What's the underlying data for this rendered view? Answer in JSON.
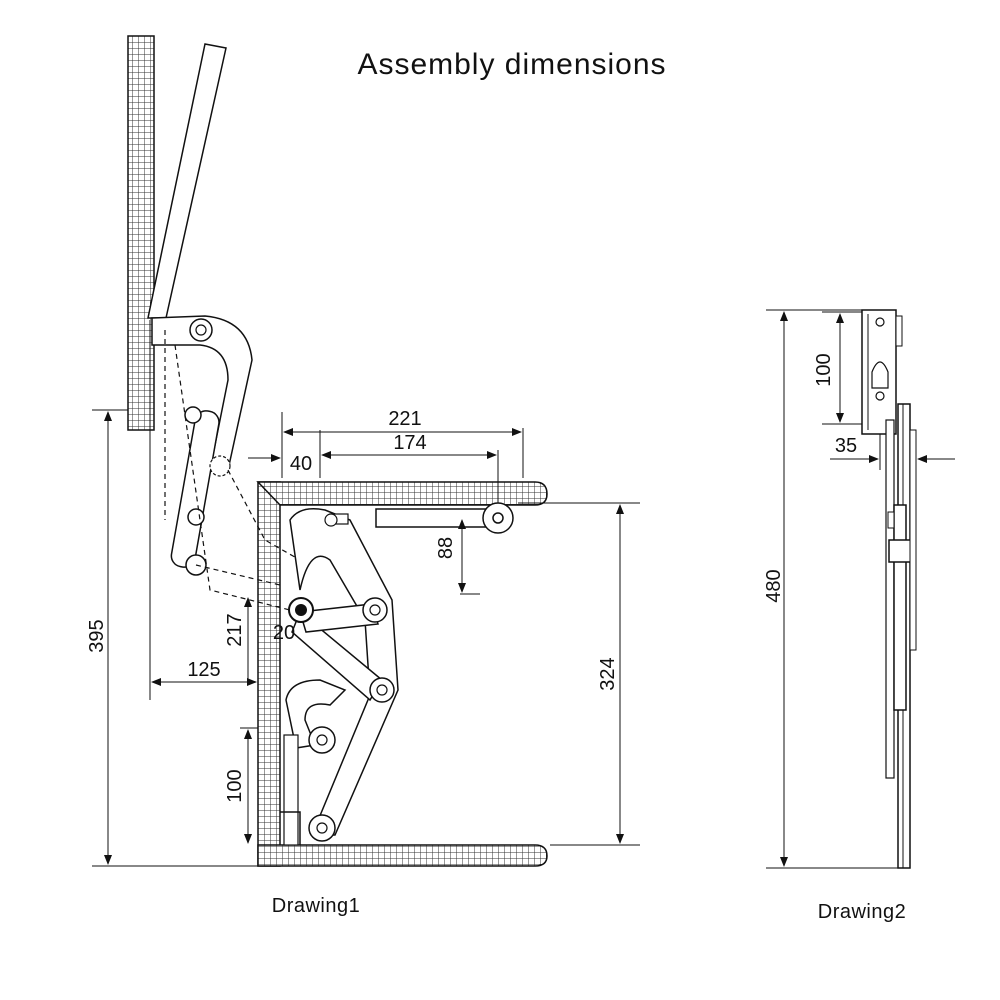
{
  "title": "Assembly dimensions",
  "drawing1": {
    "caption": "Drawing1",
    "dimensions": {
      "d221": "221",
      "d174": "174",
      "d40": "40",
      "d88": "88",
      "d217": "217",
      "d20": "20",
      "d125": "125",
      "d395": "395",
      "d324": "324",
      "d100": "100"
    }
  },
  "drawing2": {
    "caption": "Drawing2",
    "dimensions": {
      "d100": "100",
      "d35": "35",
      "d480": "480"
    }
  },
  "colors": {
    "ink": "#1a1a1a",
    "grid": "#444444",
    "background": "#ffffff"
  }
}
